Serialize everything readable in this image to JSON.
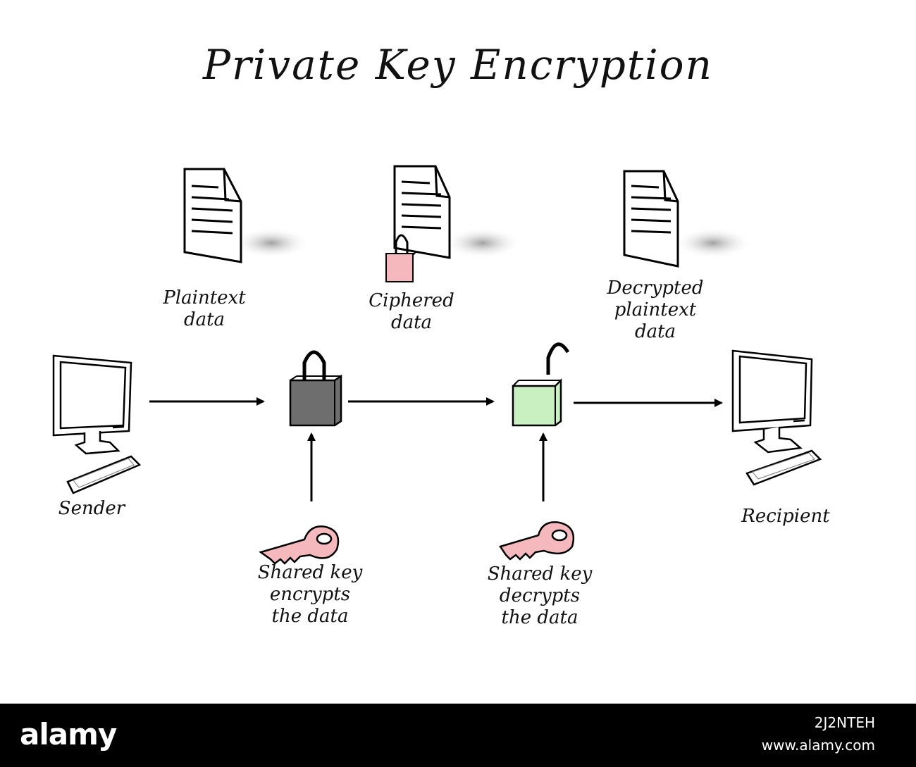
{
  "title": "Private Key Encryption",
  "documents": [
    {
      "name": "plaintext",
      "label_lines": [
        "Plaintext",
        "data"
      ]
    },
    {
      "name": "ciphered",
      "label_lines": [
        "Ciphered",
        "data"
      ]
    },
    {
      "name": "decrypted",
      "label_lines": [
        "Decrypted",
        "plaintext",
        "data"
      ]
    }
  ],
  "endpoints": [
    {
      "name": "sender",
      "label": "Sender"
    },
    {
      "name": "recipient",
      "label": "Recipient"
    }
  ],
  "keys": [
    {
      "name": "encrypt",
      "label_lines": [
        "Shared key",
        "encrypts",
        "the data"
      ]
    },
    {
      "name": "decrypt",
      "label_lines": [
        "Shared key",
        "decrypts",
        "the data"
      ]
    }
  ],
  "colors": {
    "locked_padlock": "#6e6e6e",
    "unlocked_padlock": "#c9f0c0",
    "key": "#f4b8bd",
    "small_padlock": "#f4b8bd",
    "footer": "#000000"
  },
  "icons": [
    "monitor-icon",
    "keyboard-icon",
    "document-icon",
    "padlock-locked-icon",
    "padlock-open-icon",
    "key-icon",
    "arrow-icon"
  ],
  "footer": {
    "watermark": "alamy",
    "image_id": "2J2NTEH",
    "url": "www.alamy.com"
  }
}
